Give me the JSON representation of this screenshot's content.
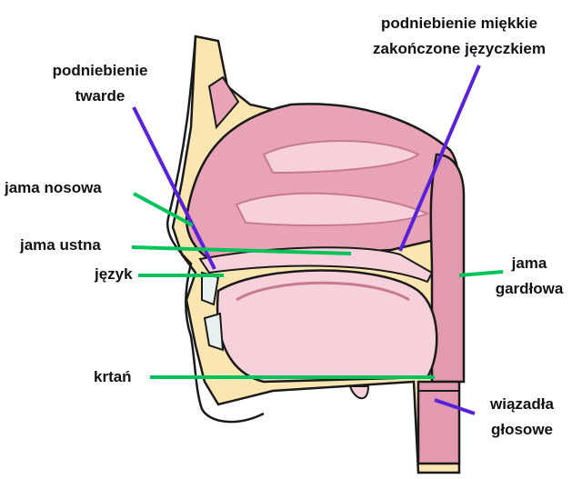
{
  "title_hidden": null,
  "labels": {
    "soft_palate": [
      "podniebienie miękkie",
      "zakończone języczkiem"
    ],
    "hard_palate": [
      "podniebienie",
      "twarde"
    ],
    "nasal_cavity": "jama nosowa",
    "oral_cavity": "jama ustna",
    "tongue": "język",
    "larynx": "krtań",
    "pharynx": [
      "jama",
      "gardłowa"
    ],
    "vocal_cords": [
      "wiązadła",
      "głosowe"
    ]
  },
  "colors": {
    "green_leader": "#00c45a",
    "purple_leader": "#5a22d8",
    "skin": "#fbe6b2",
    "tissue": "#e9a3b6",
    "tissue_light": "#f6d0da",
    "outline": "#1a1a1a"
  }
}
